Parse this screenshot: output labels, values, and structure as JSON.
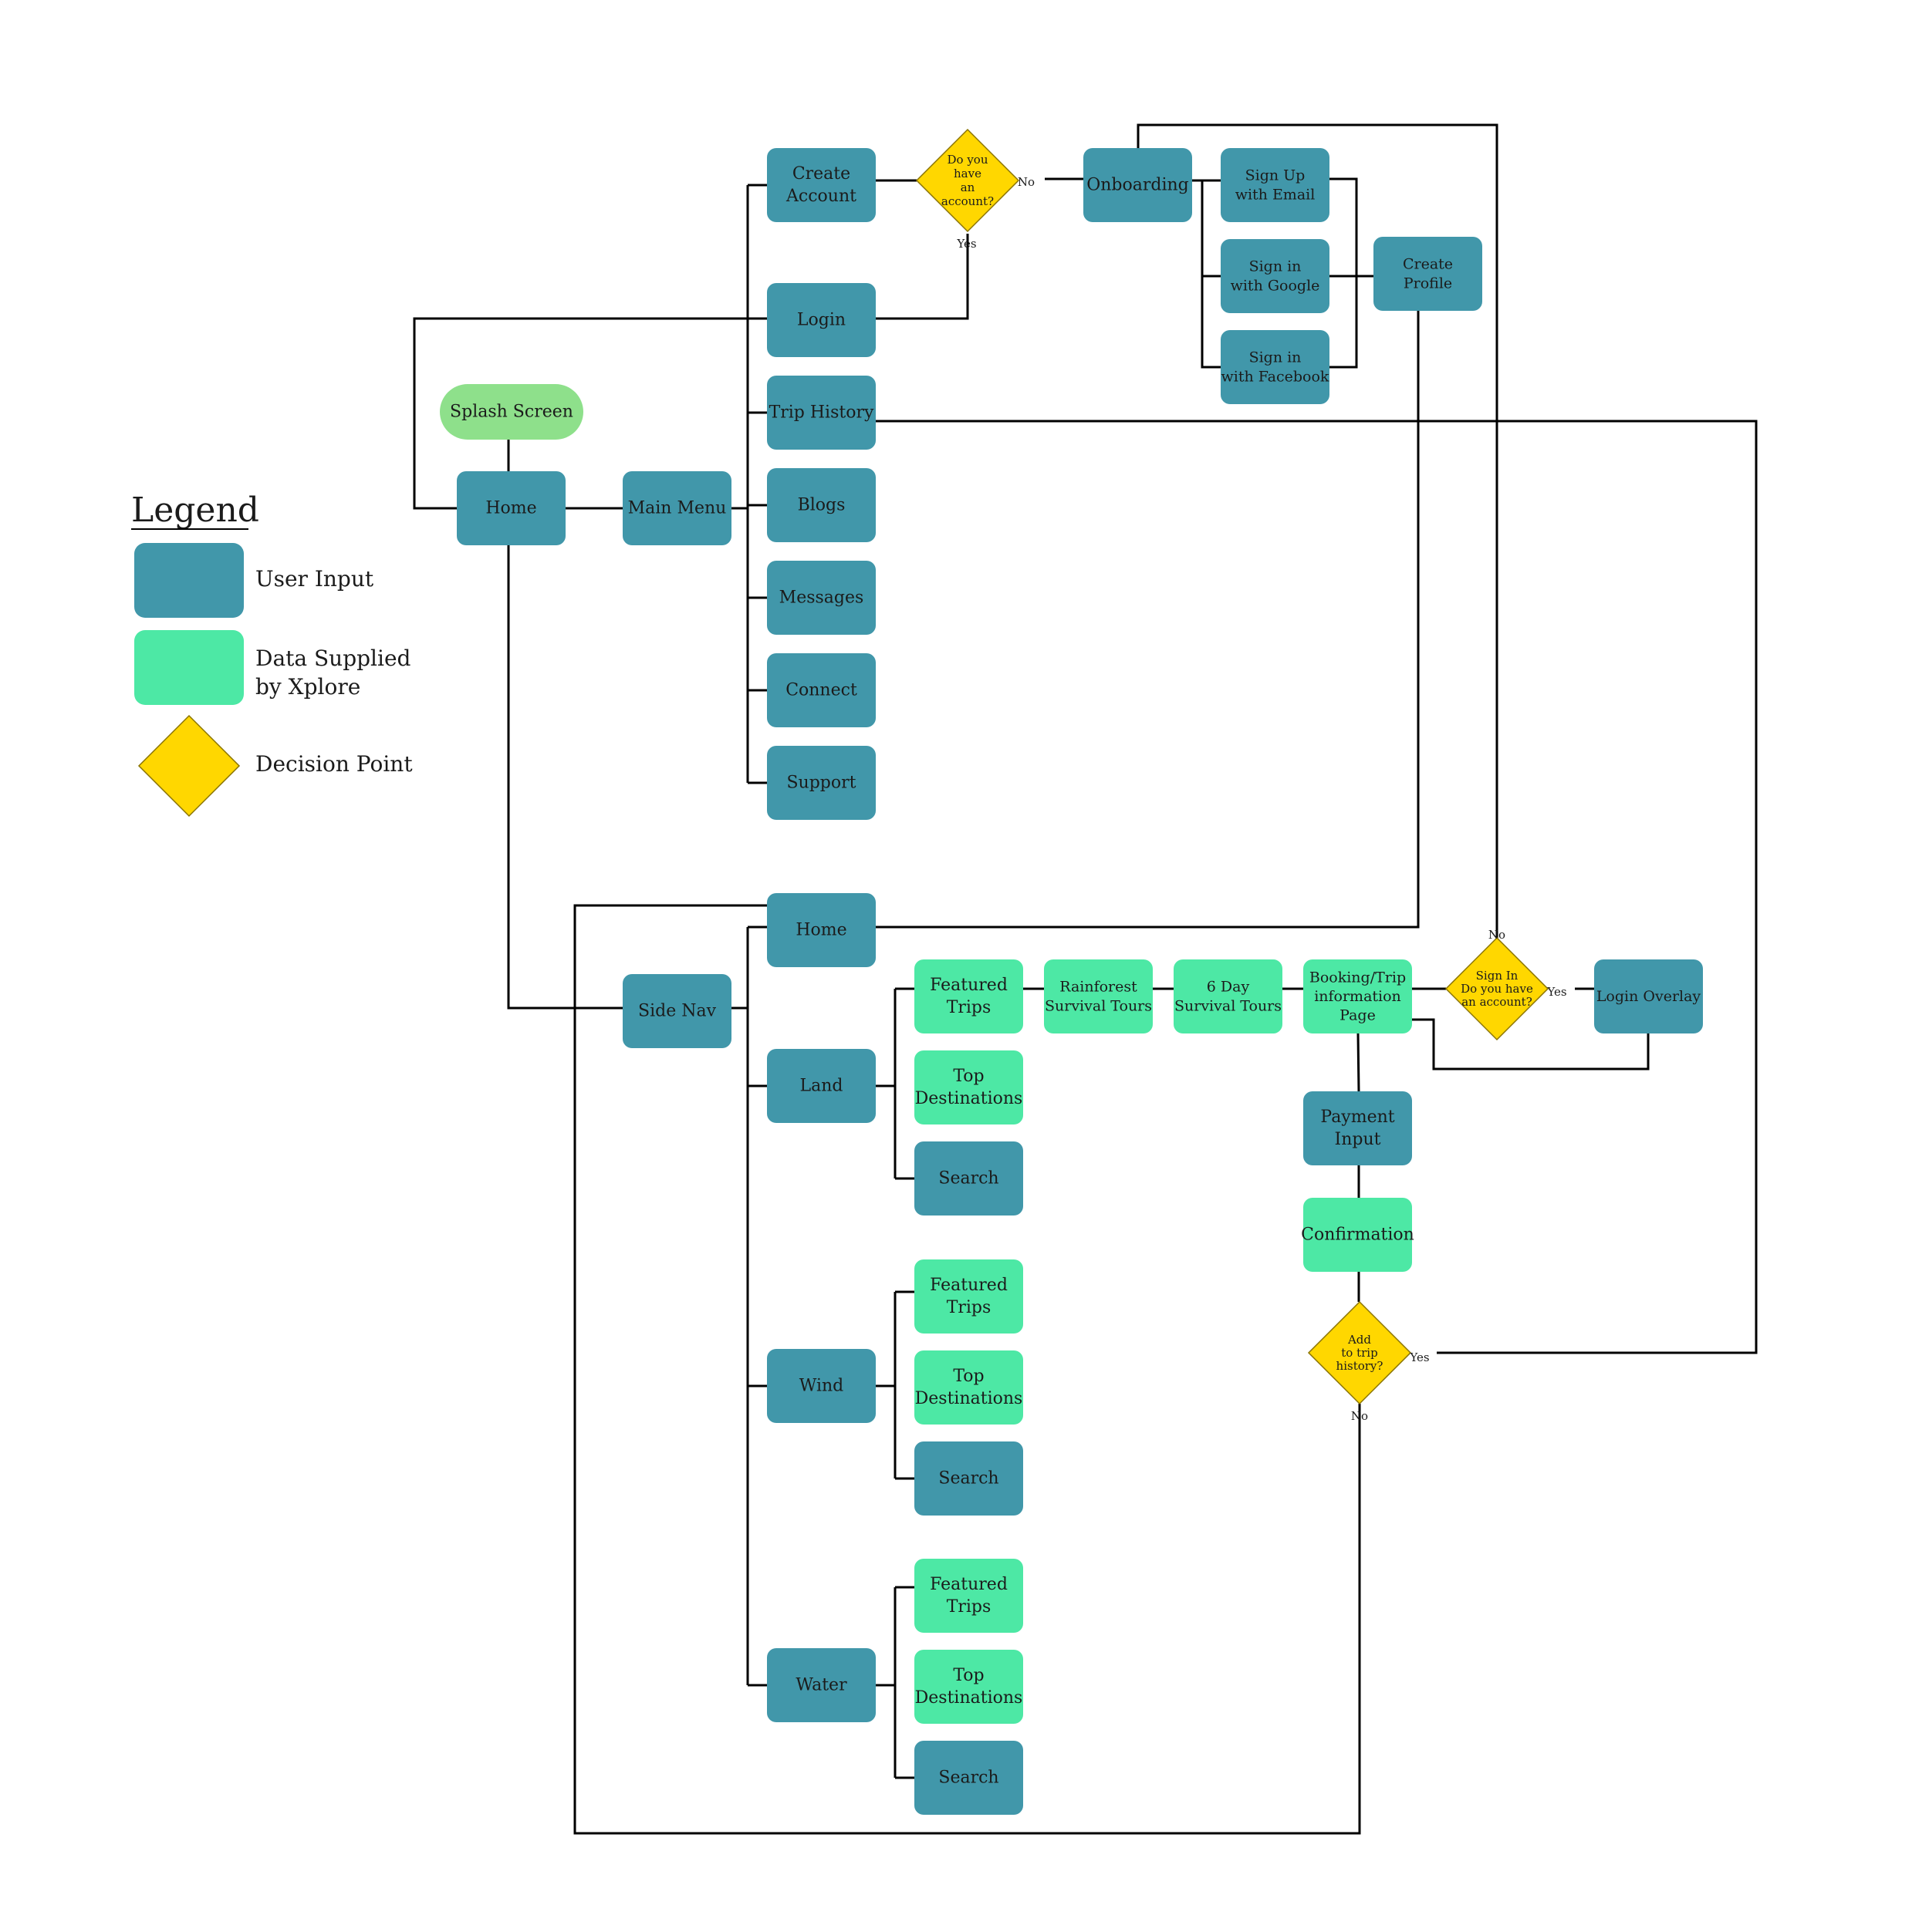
{
  "colors": {
    "user_input": "#4197aa",
    "data_supplied": "#4de8a5",
    "splash": "#8ee08b",
    "decision": "#ffd700",
    "line": "#000000"
  },
  "legend": {
    "title": "Legend",
    "user_input": "User Input",
    "data_supplied": [
      "Data Supplied",
      "by Xplore"
    ],
    "decision": "Decision Point"
  },
  "nodes": [
    {
      "id": "splash",
      "kind": "splash",
      "lines": [
        "Splash Screen"
      ]
    },
    {
      "id": "home-top",
      "kind": "user",
      "lines": [
        "Home"
      ]
    },
    {
      "id": "main-menu",
      "kind": "user",
      "lines": [
        "Main Menu"
      ]
    },
    {
      "id": "create-account",
      "kind": "user",
      "lines": [
        "Create",
        "Account"
      ]
    },
    {
      "id": "login",
      "kind": "user",
      "lines": [
        "Login"
      ]
    },
    {
      "id": "trip-history",
      "kind": "user",
      "lines": [
        "Trip History"
      ]
    },
    {
      "id": "blogs",
      "kind": "user",
      "lines": [
        "Blogs"
      ]
    },
    {
      "id": "messages",
      "kind": "user",
      "lines": [
        "Messages"
      ]
    },
    {
      "id": "connect",
      "kind": "user",
      "lines": [
        "Connect"
      ]
    },
    {
      "id": "support",
      "kind": "user",
      "lines": [
        "Support"
      ]
    },
    {
      "id": "onboarding",
      "kind": "user",
      "lines": [
        "Onboarding"
      ]
    },
    {
      "id": "signup-email",
      "kind": "user",
      "lines": [
        "Sign Up",
        "with Email"
      ]
    },
    {
      "id": "signin-google",
      "kind": "user",
      "lines": [
        "Sign in",
        "with Google"
      ]
    },
    {
      "id": "signin-facebook",
      "kind": "user",
      "lines": [
        "Sign in",
        "with Facebook"
      ]
    },
    {
      "id": "create-profile",
      "kind": "user",
      "lines": [
        "Create",
        "Profile"
      ]
    },
    {
      "id": "side-nav",
      "kind": "user",
      "lines": [
        "Side Nav"
      ]
    },
    {
      "id": "home-nav",
      "kind": "user",
      "lines": [
        "Home"
      ]
    },
    {
      "id": "land",
      "kind": "user",
      "lines": [
        "Land"
      ]
    },
    {
      "id": "wind",
      "kind": "user",
      "lines": [
        "Wind"
      ]
    },
    {
      "id": "water",
      "kind": "user",
      "lines": [
        "Water"
      ]
    },
    {
      "id": "land-featured",
      "kind": "data",
      "lines": [
        "Featured",
        "Trips"
      ]
    },
    {
      "id": "land-top",
      "kind": "data",
      "lines": [
        "Top",
        "Destinations"
      ]
    },
    {
      "id": "land-search",
      "kind": "user",
      "lines": [
        "Search"
      ]
    },
    {
      "id": "wind-featured",
      "kind": "data",
      "lines": [
        "Featured",
        "Trips"
      ]
    },
    {
      "id": "wind-top",
      "kind": "data",
      "lines": [
        "Top",
        "Destinations"
      ]
    },
    {
      "id": "wind-search",
      "kind": "user",
      "lines": [
        "Search"
      ]
    },
    {
      "id": "water-featured",
      "kind": "data",
      "lines": [
        "Featured",
        "Trips"
      ]
    },
    {
      "id": "water-top",
      "kind": "data",
      "lines": [
        "Top",
        "Destinations"
      ]
    },
    {
      "id": "water-search",
      "kind": "user",
      "lines": [
        "Search"
      ]
    },
    {
      "id": "rainforest",
      "kind": "data",
      "lines": [
        "Rainforest",
        "Survival Tours"
      ]
    },
    {
      "id": "six-day",
      "kind": "data",
      "lines": [
        "6 Day",
        "Survival Tours"
      ]
    },
    {
      "id": "booking",
      "kind": "data",
      "lines": [
        "Booking/Trip",
        "information",
        "Page"
      ]
    },
    {
      "id": "login-overlay",
      "kind": "user",
      "lines": [
        "Login Overlay"
      ]
    },
    {
      "id": "payment",
      "kind": "user",
      "lines": [
        "Payment",
        "Input"
      ]
    },
    {
      "id": "confirmation",
      "kind": "data",
      "lines": [
        "Confirmation"
      ]
    }
  ],
  "decisions": [
    {
      "id": "have-account",
      "lines": [
        "Do you",
        "have",
        "an",
        "account?"
      ]
    },
    {
      "id": "signin-account",
      "lines": [
        "Sign In",
        "Do you have",
        "an account?"
      ]
    },
    {
      "id": "add-trip-history",
      "lines": [
        "Add",
        "to trip",
        "history?"
      ]
    }
  ],
  "edge_labels": [
    {
      "id": "have-account-no",
      "text": "No"
    },
    {
      "id": "have-account-yes",
      "text": "Yes"
    },
    {
      "id": "signin-no",
      "text": "No"
    },
    {
      "id": "signin-yes",
      "text": "Yes"
    },
    {
      "id": "add-trip-yes",
      "text": "Yes"
    },
    {
      "id": "add-trip-no",
      "text": "No"
    }
  ]
}
